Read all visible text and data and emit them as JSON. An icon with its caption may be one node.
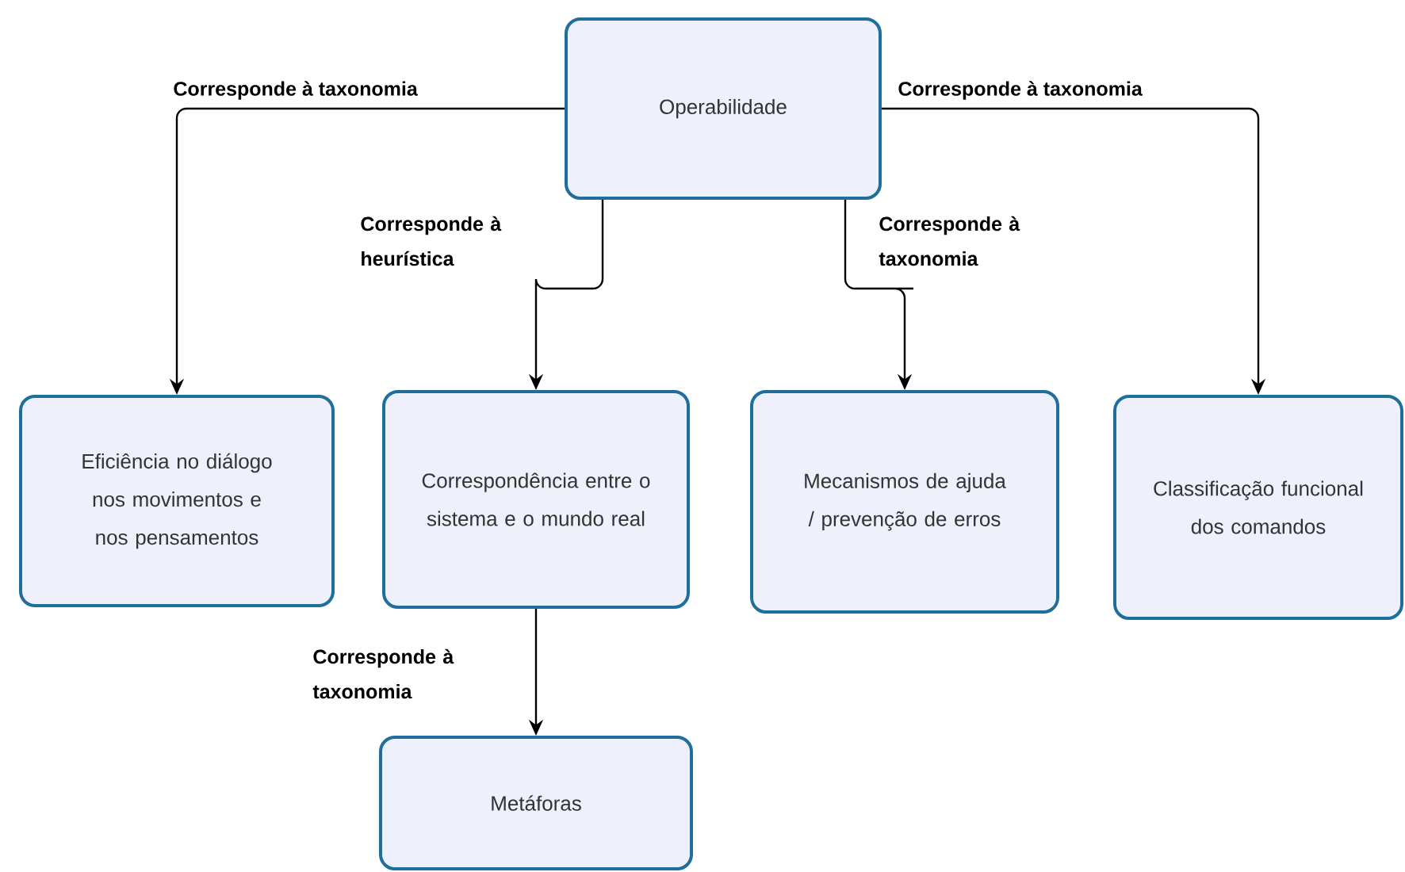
{
  "diagram": {
    "nodes": [
      {
        "text": [
          "Operabilidade"
        ]
      },
      {
        "text": [
          "Eficiência no diálogo nos movimentos e nos pensamentos"
        ]
      },
      {
        "text": [
          "Correspondência entre o sistema e o mundo real"
        ]
      },
      {
        "text": [
          "Mecanismos de ajuda / prevenção de erros"
        ]
      },
      {
        "text": [
          "Classificação funcional dos comandos"
        ]
      },
      {
        "text": [
          "Metáforas"
        ]
      }
    ],
    "edges": [
      {
        "from": 0,
        "to": 1,
        "arrow": "to",
        "label": "Corresponde à taxonomia"
      },
      {
        "from": 0,
        "to": 2,
        "arrow": "to",
        "label": "Corresponde à heurística"
      },
      {
        "from": 0,
        "to": 3,
        "arrow": "to",
        "label": "Corresponde à taxonomia"
      },
      {
        "from": 0,
        "to": 4,
        "arrow": "to",
        "label": "Corresponde à taxonomia"
      },
      {
        "from": 2,
        "to": 5,
        "arrow": "to",
        "label": "Corresponde à taxonomia"
      }
    ]
  }
}
